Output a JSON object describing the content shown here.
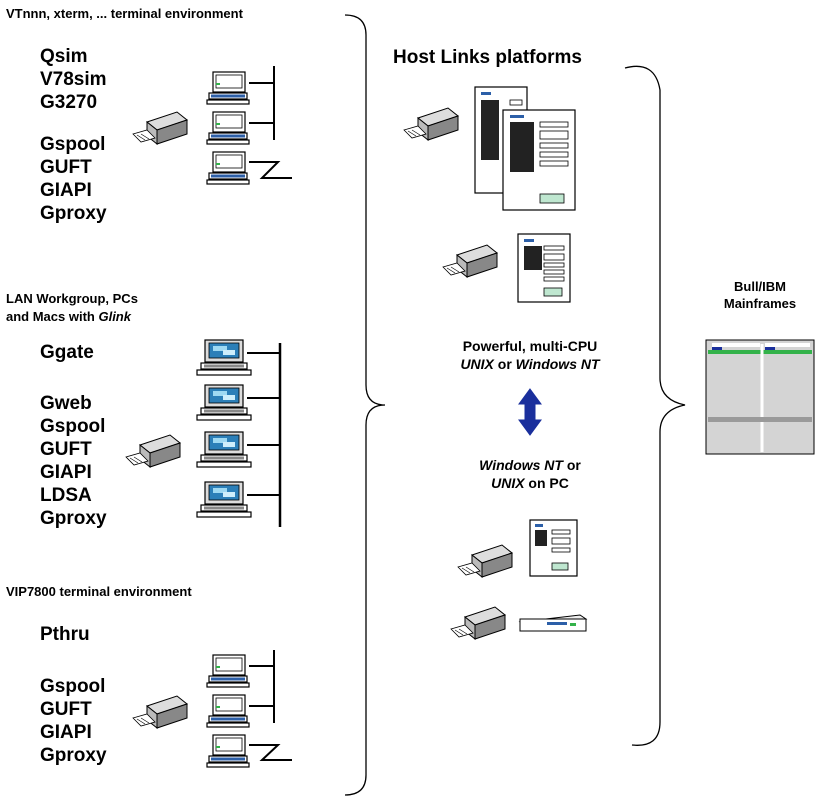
{
  "groups": {
    "vt": {
      "header": "VTnnn, xterm, ... terminal environment",
      "items_a": [
        "Qsim",
        "V78sim",
        "G3270"
      ],
      "items_b": [
        "Gspool",
        "GUFT",
        "GIAPI",
        "Gproxy"
      ]
    },
    "lan": {
      "header_line1": "LAN Workgroup, PCs",
      "header_line2_prefix": "and Macs with ",
      "header_line2_italic": "Glink",
      "items_a": [
        "Ggate"
      ],
      "items_b": [
        "Gweb",
        "Gspool",
        "GUFT",
        "GIAPI",
        "LDSA",
        "Gproxy"
      ]
    },
    "vip": {
      "header": "VIP7800 terminal environment",
      "items_a": [
        "Pthru"
      ],
      "items_b": [
        "Gspool",
        "GUFT",
        "GIAPI",
        "Gproxy"
      ]
    }
  },
  "platforms": {
    "title": "Host Links platforms",
    "server_label_line1": "Powerful, multi-CPU",
    "server_label_line2_a": "UNIX",
    "server_label_line2_b": " or ",
    "server_label_line2_c": "Windows NT",
    "pc_label_line1_a": "Windows NT",
    "pc_label_line1_b": " or",
    "pc_label_line2_a": "UNIX",
    "pc_label_line2_b": " on PC"
  },
  "mainframes": {
    "label_line1": "Bull/IBM",
    "label_line2": "Mainframes"
  },
  "colors": {
    "arrow": "#1a2f9c",
    "mainframe_body": "#d4d4d4",
    "mainframe_stripe": "#33b24a",
    "screen": "#2c7fb8"
  }
}
